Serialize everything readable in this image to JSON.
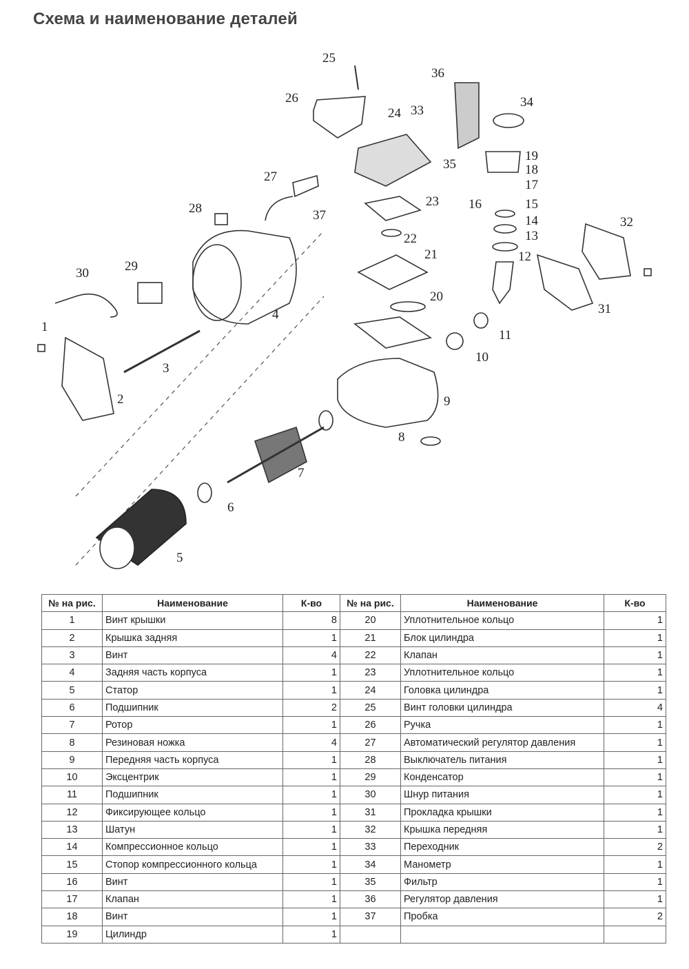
{
  "title": "Схема и наименование деталей",
  "callouts": [
    "1",
    "2",
    "3",
    "4",
    "5",
    "6",
    "7",
    "8",
    "9",
    "10",
    "11",
    "12",
    "13",
    "14",
    "15",
    "16",
    "17",
    "18",
    "19",
    "20",
    "21",
    "22",
    "23",
    "24",
    "25",
    "26",
    "27",
    "28",
    "29",
    "30",
    "31",
    "32",
    "33",
    "34",
    "35",
    "36",
    "37"
  ],
  "table": {
    "headers": [
      "№ на рис.",
      "Наименование",
      "К-во",
      "№ на рис.",
      "Наименование",
      "К-во"
    ],
    "rows": [
      [
        [
          "1",
          "Винт крышки",
          "8"
        ],
        [
          "20",
          "Уплотнительное кольцо",
          "1"
        ]
      ],
      [
        [
          "2",
          "Крышка задняя",
          "1"
        ],
        [
          "21",
          "Блок цилиндра",
          "1"
        ]
      ],
      [
        [
          "3",
          "Винт",
          "4"
        ],
        [
          "22",
          "Клапан",
          "1"
        ]
      ],
      [
        [
          "4",
          "Задняя часть корпуса",
          "1"
        ],
        [
          "23",
          "Уплотнительное кольцо",
          "1"
        ]
      ],
      [
        [
          "5",
          "Статор",
          "1"
        ],
        [
          "24",
          "Головка цилиндра",
          "1"
        ]
      ],
      [
        [
          "6",
          "Подшипник",
          "2"
        ],
        [
          "25",
          "Винт головки цилиндра",
          "4"
        ]
      ],
      [
        [
          "7",
          "Ротор",
          "1"
        ],
        [
          "26",
          "Ручка",
          "1"
        ]
      ],
      [
        [
          "8",
          "Резиновая ножка",
          "4"
        ],
        [
          "27",
          "Автоматический регулятор давления",
          "1"
        ]
      ],
      [
        [
          "9",
          "Передняя часть корпуса",
          "1"
        ],
        [
          "28",
          "Выключатель питания",
          "1"
        ]
      ],
      [
        [
          "10",
          "Эксцентрик",
          "1"
        ],
        [
          "29",
          "Конденсатор",
          "1"
        ]
      ],
      [
        [
          "11",
          "Подшипник",
          "1"
        ],
        [
          "30",
          "Шнур питания",
          "1"
        ]
      ],
      [
        [
          "12",
          "Фиксирующее кольцо",
          "1"
        ],
        [
          "31",
          "Прокладка крышки",
          "1"
        ]
      ],
      [
        [
          "13",
          "Шатун",
          "1"
        ],
        [
          "32",
          "Крышка передняя",
          "1"
        ]
      ],
      [
        [
          "14",
          "Компрессионное кольцо",
          "1"
        ],
        [
          "33",
          "Переходник",
          "2"
        ]
      ],
      [
        [
          "15",
          "Стопор компрессионного кольца",
          "1"
        ],
        [
          "34",
          "Манометр",
          "1"
        ]
      ],
      [
        [
          "16",
          "Винт",
          "1"
        ],
        [
          "35",
          "Фильтр",
          "1"
        ]
      ],
      [
        [
          "17",
          "Клапан",
          "1"
        ],
        [
          "36",
          "Регулятор давления",
          "1"
        ]
      ],
      [
        [
          "18",
          "Винт",
          "1"
        ],
        [
          "37",
          "Пробка",
          "2"
        ]
      ],
      [
        [
          "19",
          "Цилиндр",
          "1"
        ],
        [
          "",
          "",
          ""
        ]
      ]
    ]
  }
}
